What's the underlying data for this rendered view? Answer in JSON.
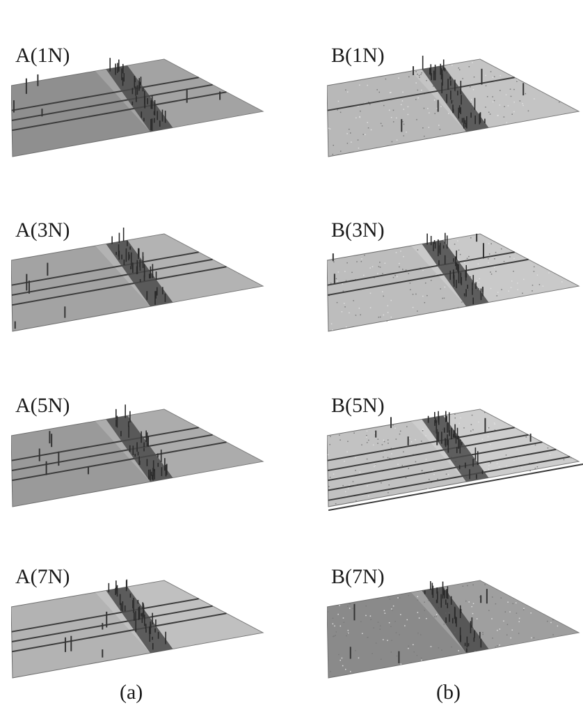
{
  "figure": {
    "panels": [
      {
        "label": "A(1N)",
        "shade": "#8f8f8f",
        "stripes": 3,
        "texture": "smooth"
      },
      {
        "label": "B(1N)",
        "shade": "#b8b8b8",
        "stripes": 1,
        "texture": "rough"
      },
      {
        "label": "A(3N)",
        "shade": "#a3a3a3",
        "stripes": 3,
        "texture": "smooth"
      },
      {
        "label": "B(3N)",
        "shade": "#bdbdbd",
        "stripes": 2,
        "texture": "rough"
      },
      {
        "label": "A(5N)",
        "shade": "#9a9a9a",
        "stripes": 3,
        "texture": "smooth"
      },
      {
        "label": "B(5N)",
        "shade": "#c2c2c2",
        "stripes": 6,
        "texture": "rough"
      },
      {
        "label": "A(7N)",
        "shade": "#b3b3b3",
        "stripes": 3,
        "texture": "smooth"
      },
      {
        "label": "B(7N)",
        "shade": "#8a8a8a",
        "stripes": 0,
        "texture": "rough"
      }
    ],
    "captions": {
      "left": "(a)",
      "right": "(b)"
    }
  }
}
